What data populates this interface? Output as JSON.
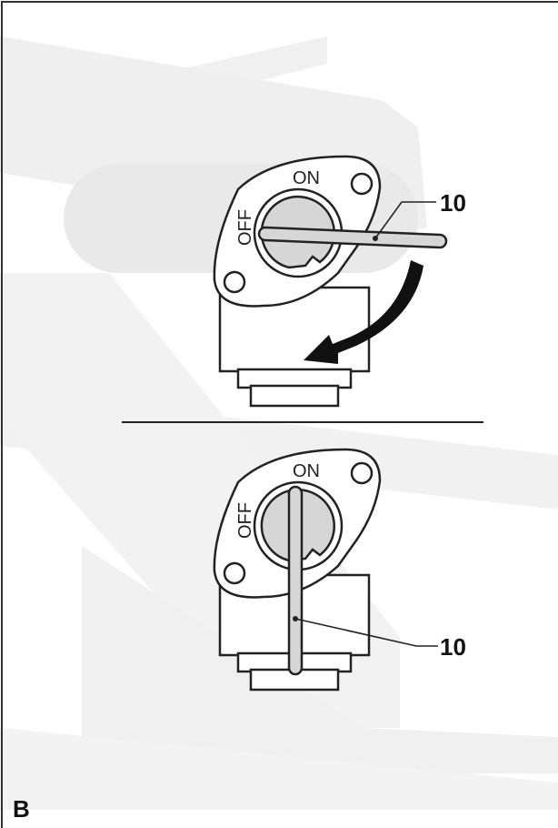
{
  "figure": {
    "letter": "B",
    "top_view": {
      "on_label": "ON",
      "off_label": "OFF",
      "callout": "10"
    },
    "bottom_view": {
      "on_label": "ON",
      "off_label": "OFF",
      "callout": "10"
    }
  },
  "colors": {
    "line": "#222222",
    "watermark": "#eeeeee",
    "part_fill": "#d6d6d6",
    "arrow": "#111111"
  }
}
